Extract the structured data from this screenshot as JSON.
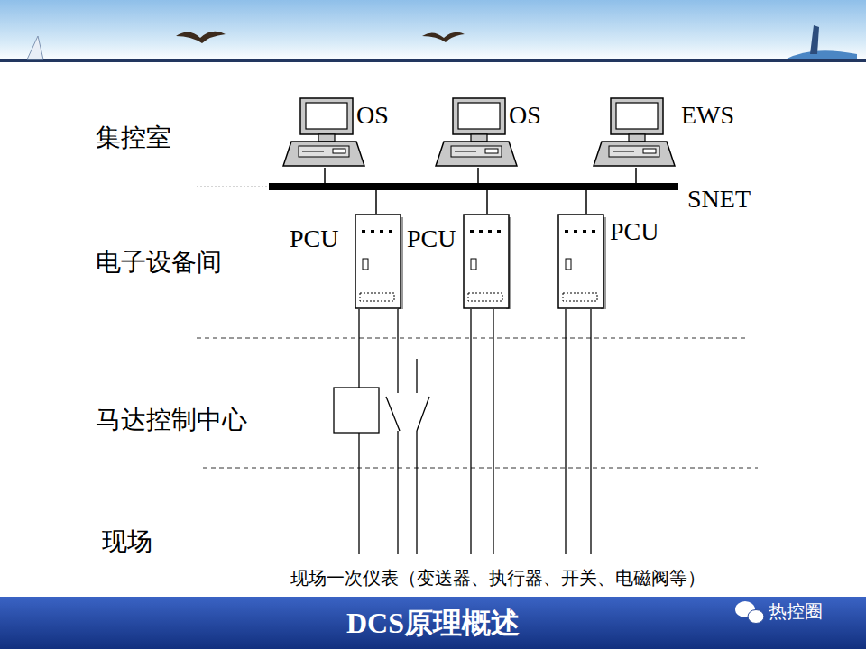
{
  "diagram": {
    "title": "DCS原理概述",
    "nodes": [
      {
        "text": [
          "OS"
        ]
      },
      {
        "text": [
          "OS"
        ]
      },
      {
        "text": [
          "EWS"
        ]
      },
      {
        "text": [
          "SNET"
        ]
      },
      {
        "text": [
          "PCU"
        ]
      },
      {
        "text": [
          "PCU"
        ]
      },
      {
        "text": [
          "PCU"
        ]
      }
    ],
    "edges": [
      {
        "from": 0,
        "to": 3,
        "arrow": "none"
      },
      {
        "from": 1,
        "to": 3,
        "arrow": "none"
      },
      {
        "from": 2,
        "to": 3,
        "arrow": "none"
      },
      {
        "from": 3,
        "to": 4,
        "arrow": "none"
      },
      {
        "from": 3,
        "to": 5,
        "arrow": "none"
      },
      {
        "from": 3,
        "to": 6,
        "arrow": "none"
      }
    ],
    "labels": [
      "集控室",
      "电子设备间",
      "马达控制中心",
      "现场",
      "现场一次仪表（变送器、执行器、开关、电磁阀等）",
      "热控圈"
    ]
  }
}
